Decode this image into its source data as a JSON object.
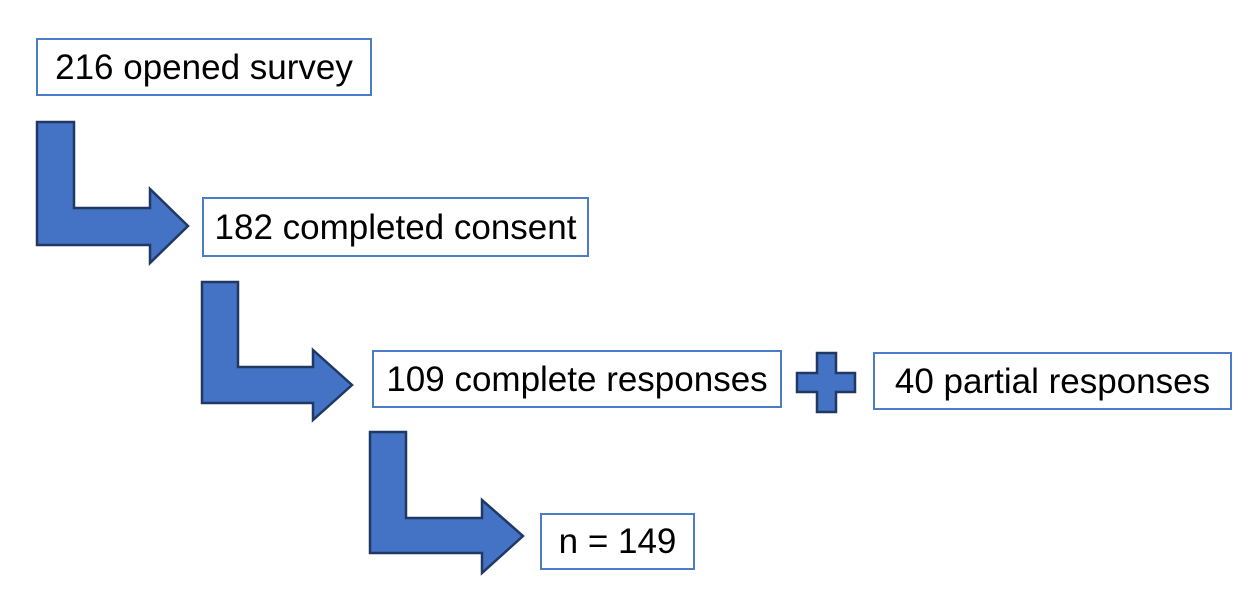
{
  "colors": {
    "arrow_fill": "#4472C4",
    "arrow_border": "#203864",
    "box_border": "#4a7cc7",
    "text": "#000000",
    "background": "#FFFFFF"
  },
  "flow": {
    "boxes": [
      {
        "id": "opened-survey",
        "label": "216 opened survey",
        "value": 216
      },
      {
        "id": "completed-consent",
        "label": "182 completed consent",
        "value": 182
      },
      {
        "id": "complete-responses",
        "label": "109 complete responses",
        "value": 109
      },
      {
        "id": "partial-responses",
        "label": "40 partial responses",
        "value": 40
      },
      {
        "id": "total",
        "label": "n = 149",
        "value": 149
      }
    ],
    "operator": "plus",
    "connectors": [
      {
        "from": "opened-survey",
        "to": "completed-consent",
        "type": "elbow-arrow"
      },
      {
        "from": "completed-consent",
        "to": "complete-responses",
        "type": "elbow-arrow"
      },
      {
        "from": "complete-responses",
        "to": "total",
        "type": "elbow-arrow"
      }
    ]
  }
}
